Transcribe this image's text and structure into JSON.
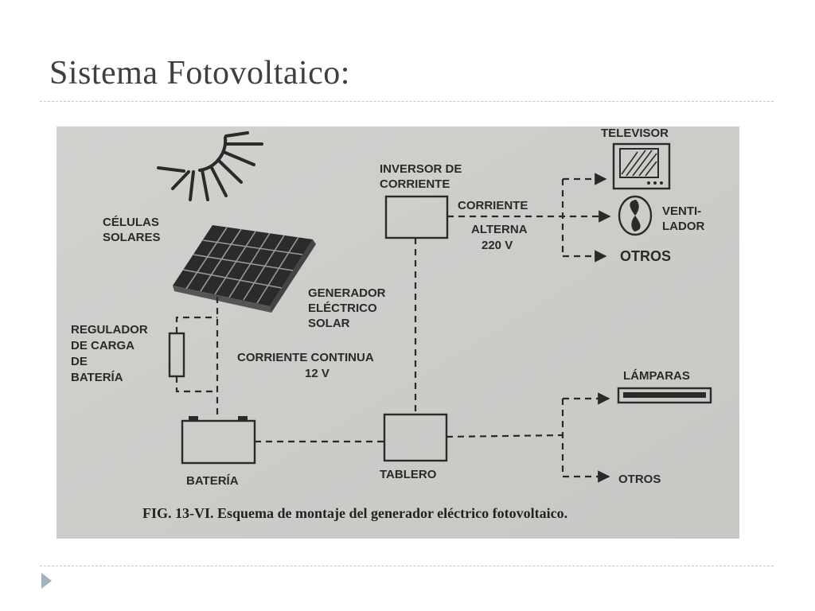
{
  "slide": {
    "title": "Sistema Fotovoltaico:"
  },
  "diagram": {
    "labels": {
      "celulas_1": "CÉLULAS",
      "celulas_2": "SOLARES",
      "regulador_1": "REGULADOR",
      "regulador_2": "DE CARGA",
      "regulador_3": "DE",
      "regulador_4": "BATERÍA",
      "generador_1": "GENERADOR",
      "generador_2": "ELÉCTRICO",
      "generador_3": "SOLAR",
      "continua_1": "CORRIENTE CONTINUA",
      "continua_2": "12 V",
      "inversor_1": "INVERSOR DE",
      "inversor_2": "CORRIENTE",
      "corriente": "CORRIENTE",
      "alterna_1": "ALTERNA",
      "alterna_2": "220 V",
      "televisor": "TELEVISOR",
      "ventilador_1": "VENTI-",
      "ventilador_2": "LADOR",
      "otros_1": "OTROS",
      "lamparas": "LÁMPARAS",
      "otros_2": "OTROS",
      "bateria": "BATERÍA",
      "tablero": "TABLERO"
    },
    "caption": "FIG. 13-VI. Esquema de montaje del generador eléctrico fotovoltaico.",
    "colors": {
      "paper": "#cfcdca",
      "ink": "#2a2a2a"
    }
  }
}
